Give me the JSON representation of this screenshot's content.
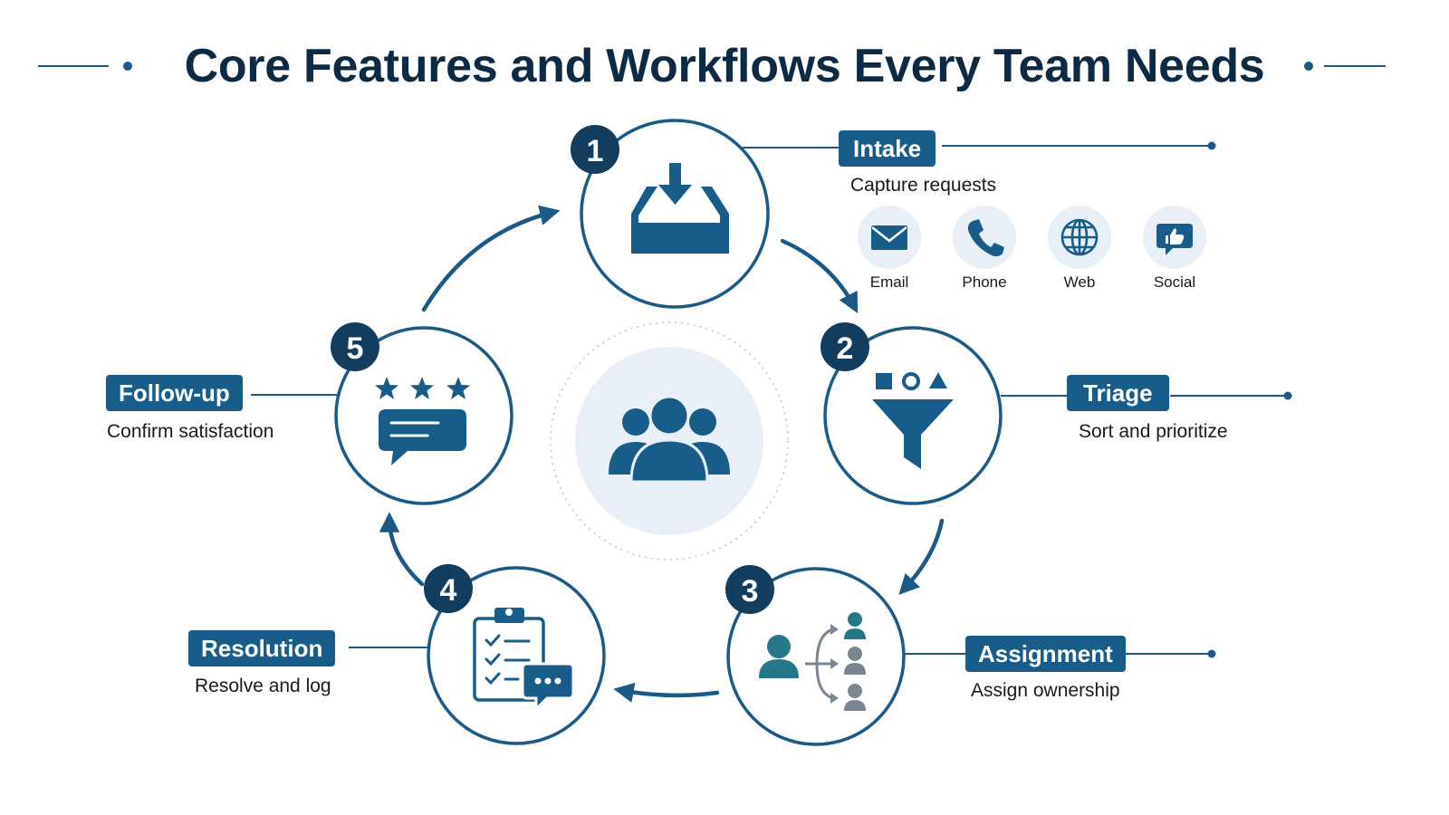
{
  "title": "Core Features and Workflows Every Team Needs",
  "colors": {
    "primary": "#185d8a",
    "dark": "#0d2a44",
    "teal": "#25788a",
    "gray": "#7a8591",
    "soft": "#e9eff6"
  },
  "center": {
    "icon": "team-group-icon"
  },
  "steps": [
    {
      "number": "1",
      "label": "Intake",
      "subtitle": "Capture requests",
      "icon": "inbox-download-icon"
    },
    {
      "number": "2",
      "label": "Triage",
      "subtitle": "Sort and prioritize",
      "icon": "funnel-shapes-icon"
    },
    {
      "number": "3",
      "label": "Assignment",
      "subtitle": "Assign ownership",
      "icon": "route-people-icon"
    },
    {
      "number": "4",
      "label": "Resolution",
      "subtitle": "Resolve and log",
      "icon": "clipboard-checklist-icon"
    },
    {
      "number": "5",
      "label": "Follow-up",
      "subtitle": "Confirm satisfaction",
      "icon": "rating-feedback-icon"
    }
  ],
  "channels": [
    {
      "label": "Email",
      "icon": "envelope-icon"
    },
    {
      "label": "Phone",
      "icon": "phone-icon"
    },
    {
      "label": "Web",
      "icon": "globe-icon"
    },
    {
      "label": "Social",
      "icon": "thumbs-up-chat-icon"
    }
  ]
}
